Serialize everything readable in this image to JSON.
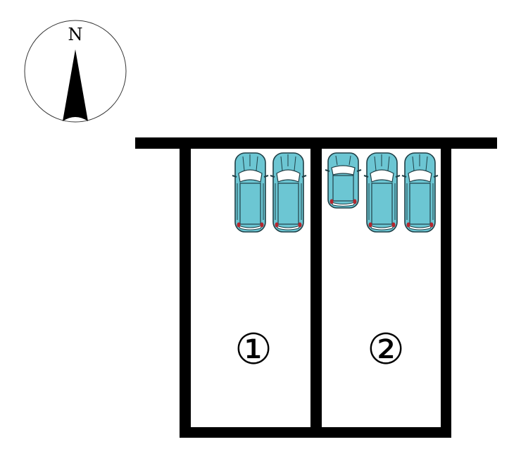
{
  "compass": {
    "label": "N"
  },
  "lots": [
    {
      "label": "①",
      "cars": 2
    },
    {
      "label": "②",
      "cars": 3
    }
  ],
  "colors": {
    "car_body": "#6cc6d3",
    "car_outline": "#1f3f46",
    "lines": "#000000",
    "tail_light": "#b3262e"
  }
}
